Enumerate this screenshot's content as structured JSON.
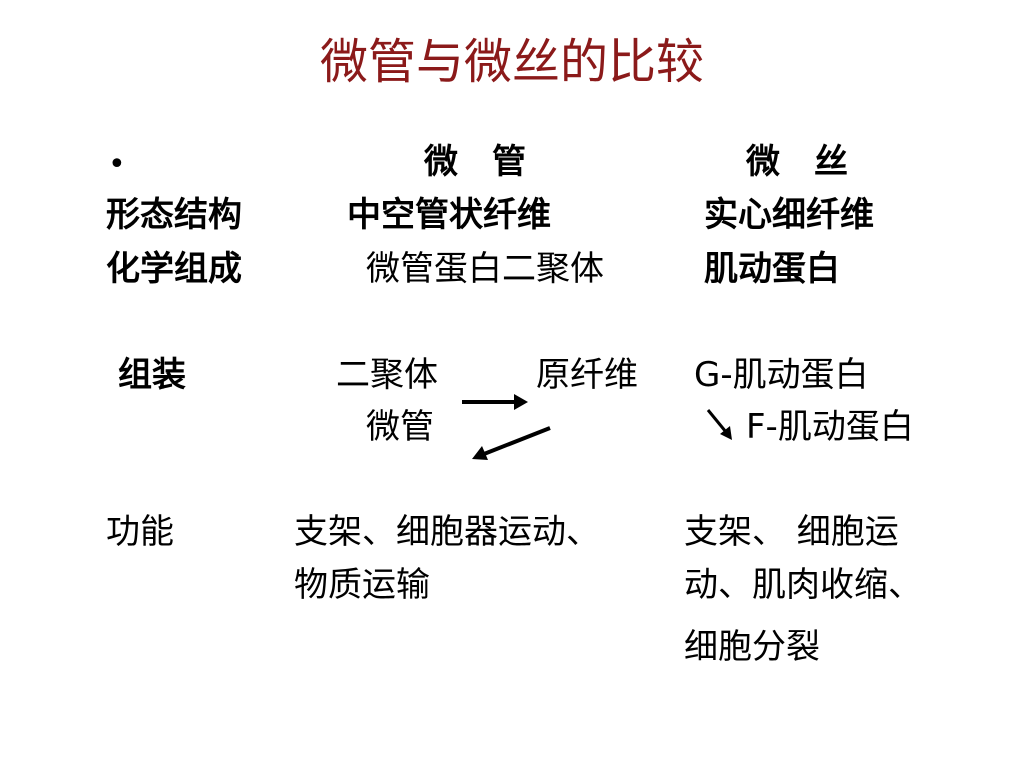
{
  "slide": {
    "title": "微管与微丝的比较",
    "bullet": "•",
    "header": {
      "col1": "微　管",
      "col2": "微　丝"
    },
    "rows": {
      "morphology": {
        "label": "形态结构",
        "col1": "中空管状纤维",
        "col2": "实心细纤维"
      },
      "composition": {
        "label": "化学组成",
        "col1": "微管蛋白二聚体",
        "col2": "肌动蛋白"
      },
      "assembly": {
        "label": "组装",
        "col1_a": "二聚体",
        "col1_b": "原纤维",
        "col1_c": "微管",
        "col2_a": "G-肌动蛋白",
        "col2_b": "F-肌动蛋白"
      },
      "function": {
        "label": "功能",
        "col1_line1": "支架、细胞器运动、",
        "col1_line2": "物质运输",
        "col2_line1": "支架、 细胞运",
        "col2_line2": "动、肌肉收缩、",
        "col2_line3": "细胞分裂"
      }
    },
    "colors": {
      "title": "#8b1a1a",
      "text": "#000000",
      "background": "#ffffff"
    }
  }
}
